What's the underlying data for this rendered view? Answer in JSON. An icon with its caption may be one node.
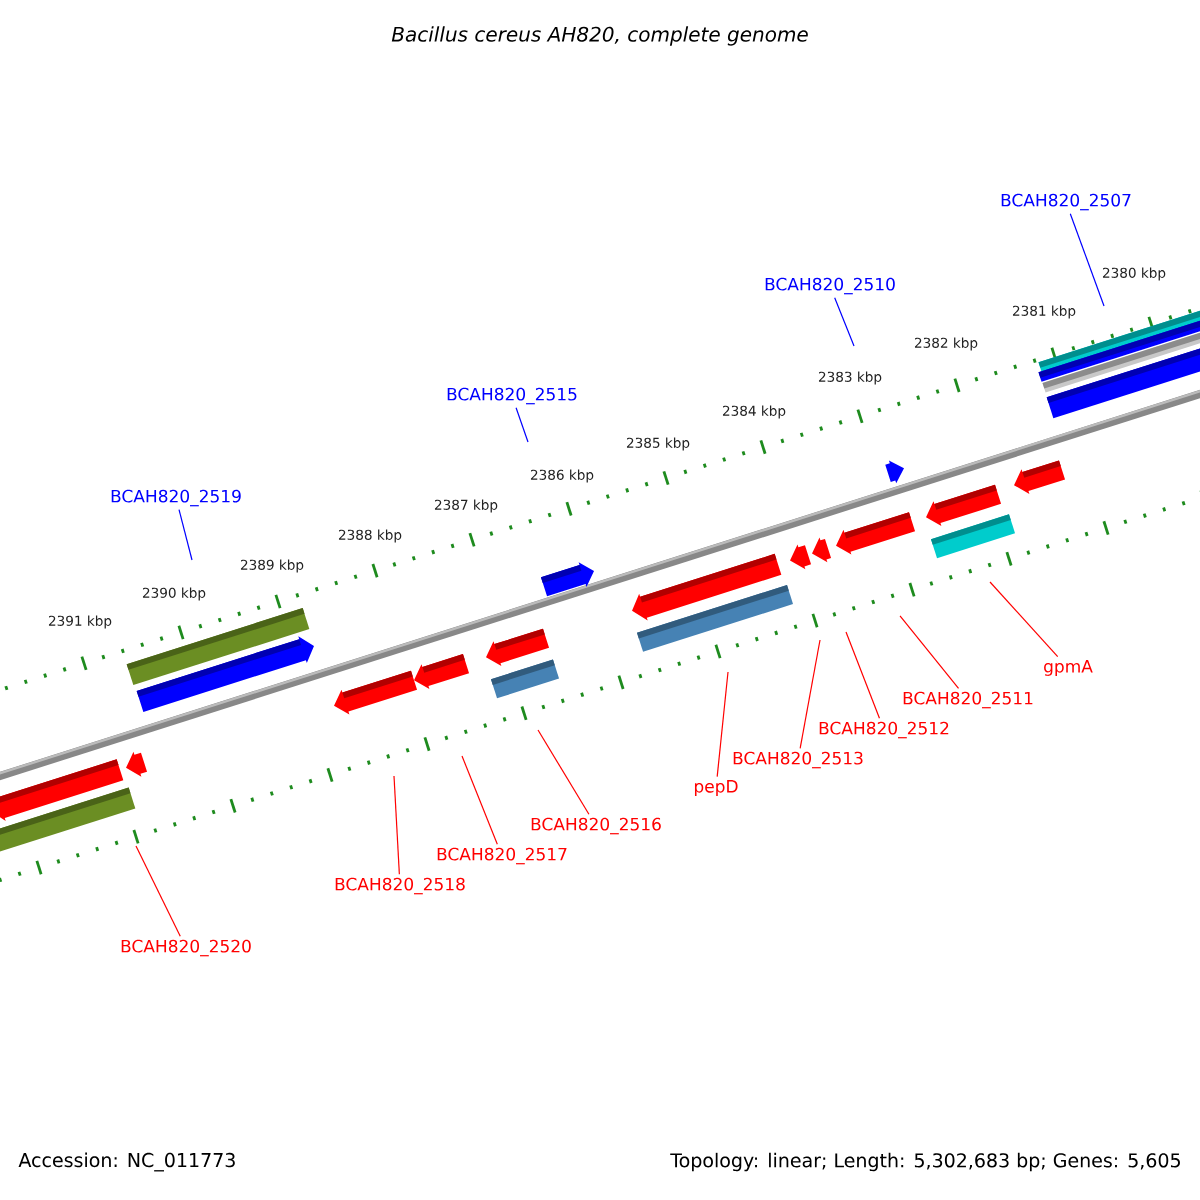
{
  "diagram": {
    "title": "Bacillus cereus AH820, complete genome",
    "nodes": [
      {
        "text": [
          "BCAH820_2507"
        ]
      },
      {
        "text": [
          "BCAH820_2510"
        ]
      },
      {
        "text": [
          "BCAH820_2515"
        ]
      },
      {
        "text": [
          "BCAH820_2519"
        ]
      },
      {
        "text": [
          "gpmA"
        ]
      },
      {
        "text": [
          "BCAH820_2511"
        ]
      },
      {
        "text": [
          "BCAH820_2512"
        ]
      },
      {
        "text": [
          "BCAH820_2513"
        ]
      },
      {
        "text": [
          "pepD"
        ]
      },
      {
        "text": [
          "BCAH820_2516"
        ]
      },
      {
        "text": [
          "BCAH820_2517"
        ]
      },
      {
        "text": [
          "BCAH820_2518"
        ]
      },
      {
        "text": [
          "BCAH820_2520"
        ]
      }
    ],
    "edges": [
      {
        "from": 0,
        "to": null,
        "arrow": "none",
        "color": "#0000ff"
      },
      {
        "from": 1,
        "to": null,
        "arrow": "none",
        "color": "#0000ff"
      },
      {
        "from": 2,
        "to": null,
        "arrow": "none",
        "color": "#0000ff"
      },
      {
        "from": 3,
        "to": null,
        "arrow": "none",
        "color": "#0000ff"
      },
      {
        "from": 4,
        "to": null,
        "arrow": "none"
      },
      {
        "from": 5,
        "to": null,
        "arrow": "none"
      },
      {
        "from": 6,
        "to": null,
        "arrow": "none"
      },
      {
        "from": 7,
        "to": null,
        "arrow": "none"
      },
      {
        "from": 8,
        "to": null,
        "arrow": "none"
      },
      {
        "from": 9,
        "to": null,
        "arrow": "none"
      },
      {
        "from": 10,
        "to": null,
        "arrow": "none"
      },
      {
        "from": 11,
        "to": null,
        "arrow": "none"
      },
      {
        "from": 12,
        "to": null,
        "arrow": "none"
      }
    ],
    "labels": [
      "2380 kbp",
      "2381 kbp",
      "2382 kbp",
      "2383 kbp",
      "2384 kbp",
      "2385 kbp",
      "2386 kbp",
      "2387 kbp",
      "2388 kbp",
      "2389 kbp",
      "2390 kbp",
      "2391 kbp",
      "Accession: NC_011773",
      "Topology: linear; Length: 5,302,683 bp; Genes: 5,605"
    ]
  }
}
